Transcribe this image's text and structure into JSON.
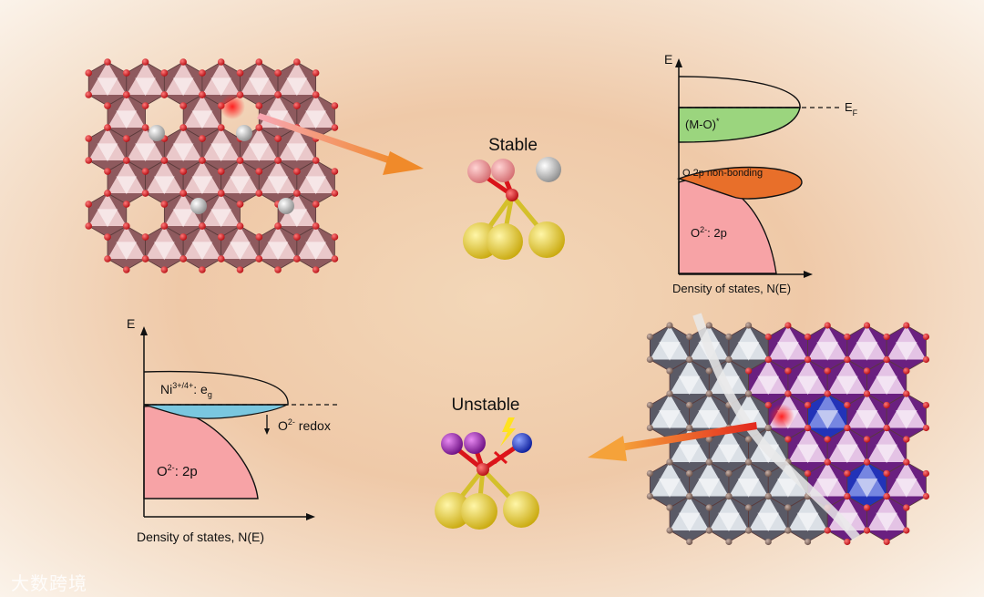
{
  "colors": {
    "oxygen": "#d9141a",
    "silver": "#a9a9a9",
    "pink_atom": "#e8898c",
    "gold": "#e6cf2e",
    "purple": "#9b1fb0",
    "blue": "#1f3fd8",
    "dos_green": "#9bd57e",
    "dos_orange": "#e86f2a",
    "dos_pink": "#f7a3a6",
    "dos_cyan": "#7ac7df"
  },
  "stable_label": "Stable",
  "unstable_label": "Unstable",
  "dos_top": {
    "e_axis": "E",
    "ef_main": "E",
    "ef_sub": "F",
    "mo_label": "(M-O)",
    "mo_sup": "*",
    "nonbonding_label": "O 2p non-bonding",
    "o2p_main": "O",
    "o2p_sup": "2-",
    "o2p_rest": ": 2p",
    "x_axis": "Density of states, N(E)"
  },
  "dos_bottom": {
    "e_axis": "E",
    "ni_main": "Ni",
    "ni_sup": "3+/4+",
    "ni_rest": ": e",
    "ni_sub": "g",
    "redox_main": "O",
    "redox_sup": "2-",
    "redox_rest": " redox",
    "o2p_main": "O",
    "o2p_sup": "2-",
    "o2p_rest": ": 2p",
    "x_axis": "Density of states, N(E)"
  },
  "watermark": "大数跨境"
}
